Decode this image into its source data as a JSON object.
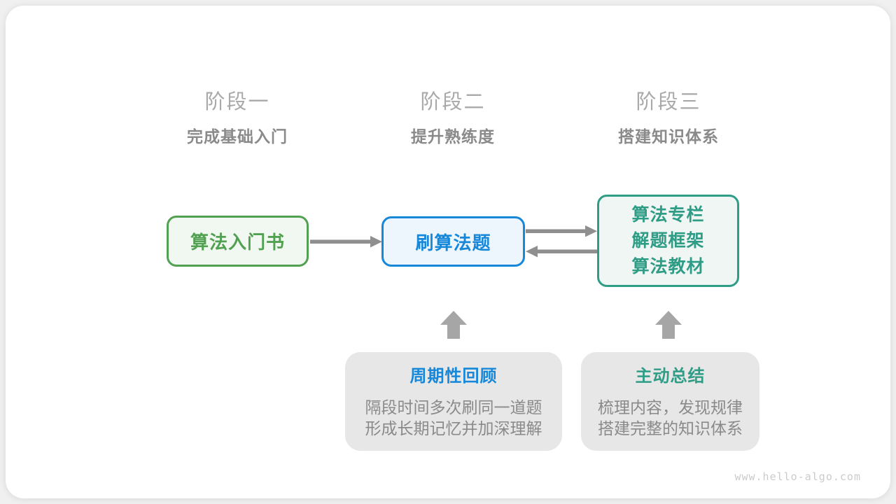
{
  "page": {
    "watermark": "www.hello-algo.com"
  },
  "colors": {
    "green": "#52a052",
    "green-bg": "#f1f8f1",
    "blue": "#1787d9",
    "blue-bg": "#eef6fd",
    "teal": "#2f9d86",
    "teal-bg": "#eff6f4",
    "note-bg": "#e7e7e7",
    "arrow": "#8f8f8f",
    "block-arrow": "#a6a6a6",
    "stage-title": "#a9a9a9",
    "stage-subtitle": "#8a8a8a",
    "body-text": "#8a8a8a",
    "watermark": "#cbcbcb"
  },
  "stages": [
    {
      "title": "阶段一",
      "subtitle": "完成基础入门"
    },
    {
      "title": "阶段二",
      "subtitle": "提升熟练度"
    },
    {
      "title": "阶段三",
      "subtitle": "搭建知识体系"
    }
  ],
  "nodes": {
    "intro_book": {
      "label": "算法入门书"
    },
    "practice": {
      "label": "刷算法题"
    },
    "resources": {
      "lines": [
        "算法专栏",
        "解题框架",
        "算法教材"
      ]
    }
  },
  "notes": [
    {
      "title": "周期性回顾",
      "body": [
        "隔段时间多次刷同一道题",
        "形成长期记忆并加深理解"
      ]
    },
    {
      "title": "主动总结",
      "body": [
        "梳理内容，发现规律",
        "搭建完整的知识体系"
      ]
    }
  ]
}
